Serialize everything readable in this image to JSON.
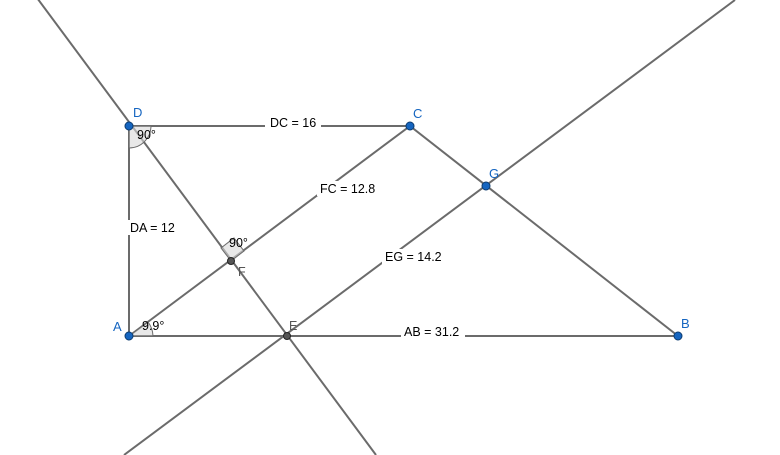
{
  "points": {
    "A": "A",
    "B": "B",
    "C": "C",
    "D": "D",
    "E": "E",
    "F": "F",
    "G": "G"
  },
  "segments": {
    "DC": "DC = 16",
    "DA": "DA = 12",
    "FC": "FC = 12.8",
    "EG": "EG = 14.2",
    "AB": "AB = 31.2"
  },
  "angles": {
    "D": "90°",
    "F": "90°",
    "A": "9.9°"
  },
  "colors": {
    "free_point": "#1565c0",
    "dependent_point": "#444444",
    "line": "#6b6b6b",
    "label_bg": "#ffffff"
  }
}
